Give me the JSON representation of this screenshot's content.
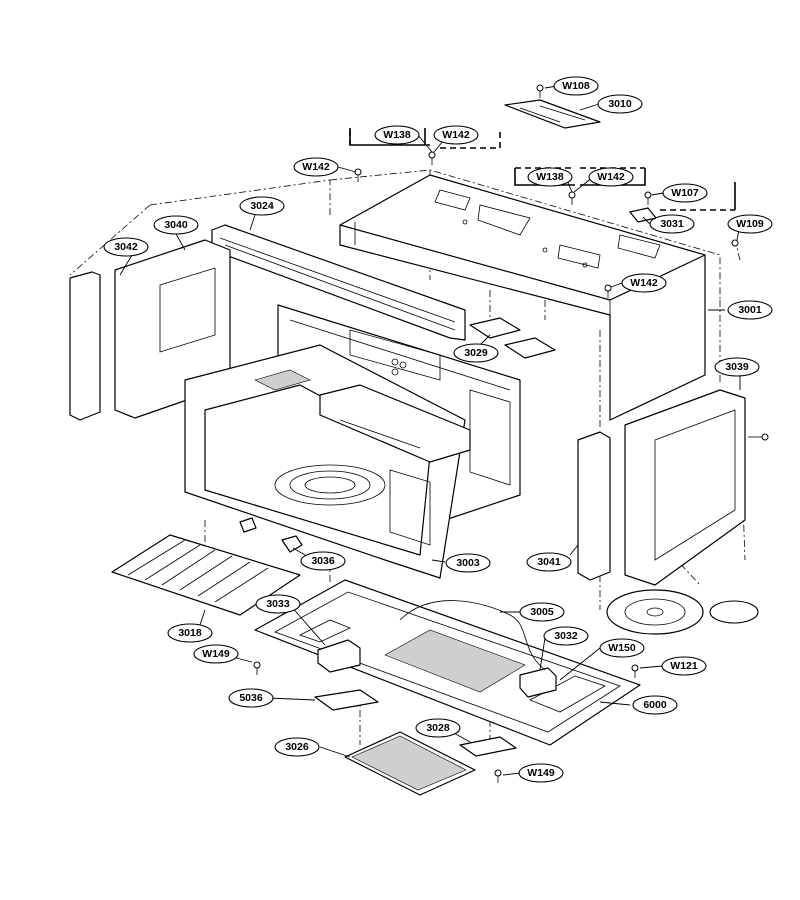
{
  "labels": [
    {
      "id": "W108",
      "text": "W108"
    },
    {
      "id": "3010",
      "text": "3010"
    },
    {
      "id": "W138a",
      "text": "W138"
    },
    {
      "id": "W142a",
      "text": "W142"
    },
    {
      "id": "W142b",
      "text": "W142"
    },
    {
      "id": "W138b",
      "text": "W138"
    },
    {
      "id": "W142c",
      "text": "W142"
    },
    {
      "id": "W107",
      "text": "W107"
    },
    {
      "id": "3031",
      "text": "3031"
    },
    {
      "id": "W109",
      "text": "W109"
    },
    {
      "id": "3024",
      "text": "3024"
    },
    {
      "id": "3040",
      "text": "3040"
    },
    {
      "id": "3042",
      "text": "3042"
    },
    {
      "id": "W142d",
      "text": "W142"
    },
    {
      "id": "3001",
      "text": "3001"
    },
    {
      "id": "3029",
      "text": "3029"
    },
    {
      "id": "3039",
      "text": "3039"
    },
    {
      "id": "3041",
      "text": "3041"
    },
    {
      "id": "3036",
      "text": "3036"
    },
    {
      "id": "3003",
      "text": "3003"
    },
    {
      "id": "3005",
      "text": "3005"
    },
    {
      "id": "3033",
      "text": "3033"
    },
    {
      "id": "3018",
      "text": "3018"
    },
    {
      "id": "3032",
      "text": "3032"
    },
    {
      "id": "W150",
      "text": "W150"
    },
    {
      "id": "W149a",
      "text": "W149"
    },
    {
      "id": "W121",
      "text": "W121"
    },
    {
      "id": "5036",
      "text": "5036"
    },
    {
      "id": "6000",
      "text": "6000"
    },
    {
      "id": "3028",
      "text": "3028"
    },
    {
      "id": "3026",
      "text": "3026"
    },
    {
      "id": "W149b",
      "text": "W149"
    },
    {
      "id": "blank",
      "text": ""
    }
  ]
}
